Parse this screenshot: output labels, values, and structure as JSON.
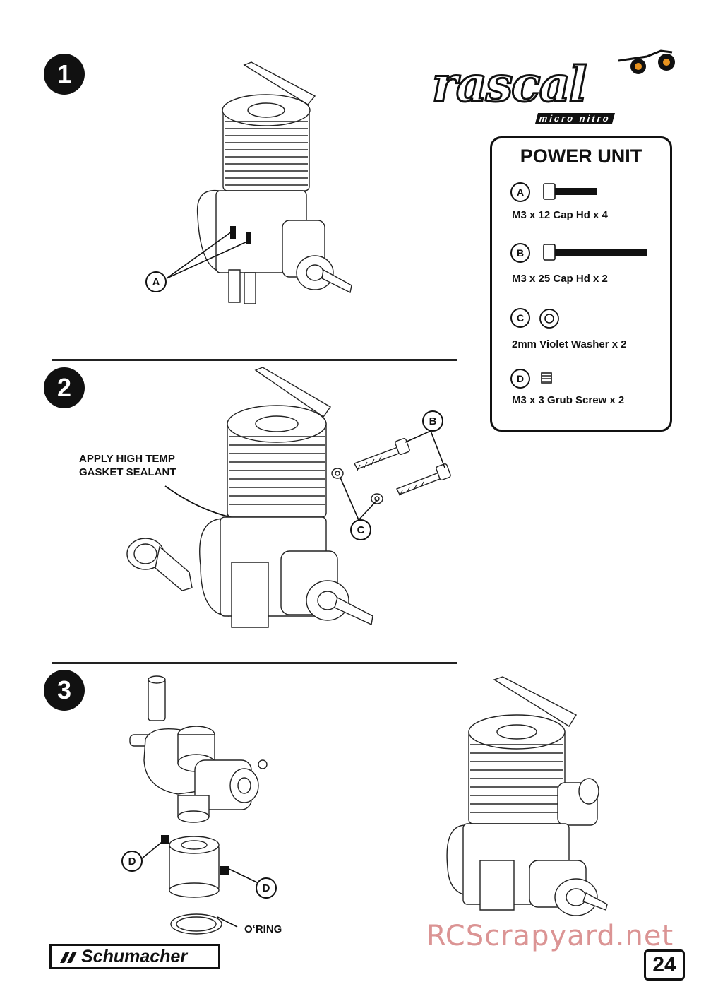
{
  "steps": [
    {
      "number": "1"
    },
    {
      "number": "2",
      "note_line1": "APPLY HIGH TEMP",
      "note_line2": "GASKET SEALANT"
    },
    {
      "number": "3",
      "note": "O‘RING"
    }
  ],
  "callouts": {
    "a": "A",
    "b": "B",
    "c": "C",
    "d": "D"
  },
  "brand": {
    "logo_word": "rascal",
    "logo_sub": "micro nitro",
    "footer": "Schumacher"
  },
  "parts_panel": {
    "title": "POWER UNIT",
    "items": [
      {
        "letter": "A",
        "label": "M3 x 12 Cap Hd x 4"
      },
      {
        "letter": "B",
        "label": "M3 x 25 Cap Hd x 2"
      },
      {
        "letter": "C",
        "label": "2mm Violet Washer x 2"
      },
      {
        "letter": "D",
        "label": "M3 x 3 Grub Screw x 2"
      }
    ]
  },
  "page_number": "24",
  "watermark": "RCScrapyard.net"
}
